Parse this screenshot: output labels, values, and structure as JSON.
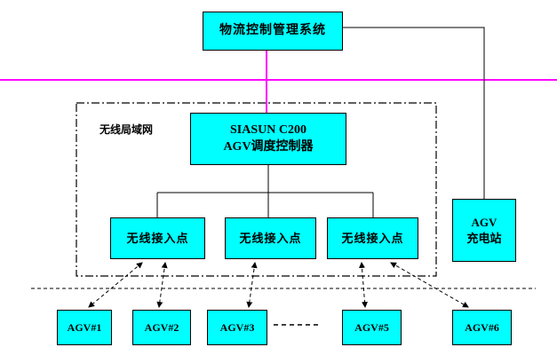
{
  "diagram": {
    "top_system": {
      "label": "物流控制管理系统"
    },
    "controller": {
      "line1": "SIASUN C200",
      "line2": "AGV调度控制器"
    },
    "lan": {
      "label": "无线局域网"
    },
    "access_points": [
      {
        "label": "无线接入点"
      },
      {
        "label": "无线接入点"
      },
      {
        "label": "无线接入点"
      }
    ],
    "charging_station": {
      "line1": "AGV",
      "line2": "充电站"
    },
    "agvs": [
      {
        "label": "AGV#1"
      },
      {
        "label": "AGV#2"
      },
      {
        "label": "AGV#3"
      },
      {
        "label": "AGV#5"
      },
      {
        "label": "AGV#6"
      }
    ],
    "colors": {
      "box_fill": "#00FFFF",
      "border": "#000000",
      "accent_bus": "#FF00FF"
    }
  }
}
